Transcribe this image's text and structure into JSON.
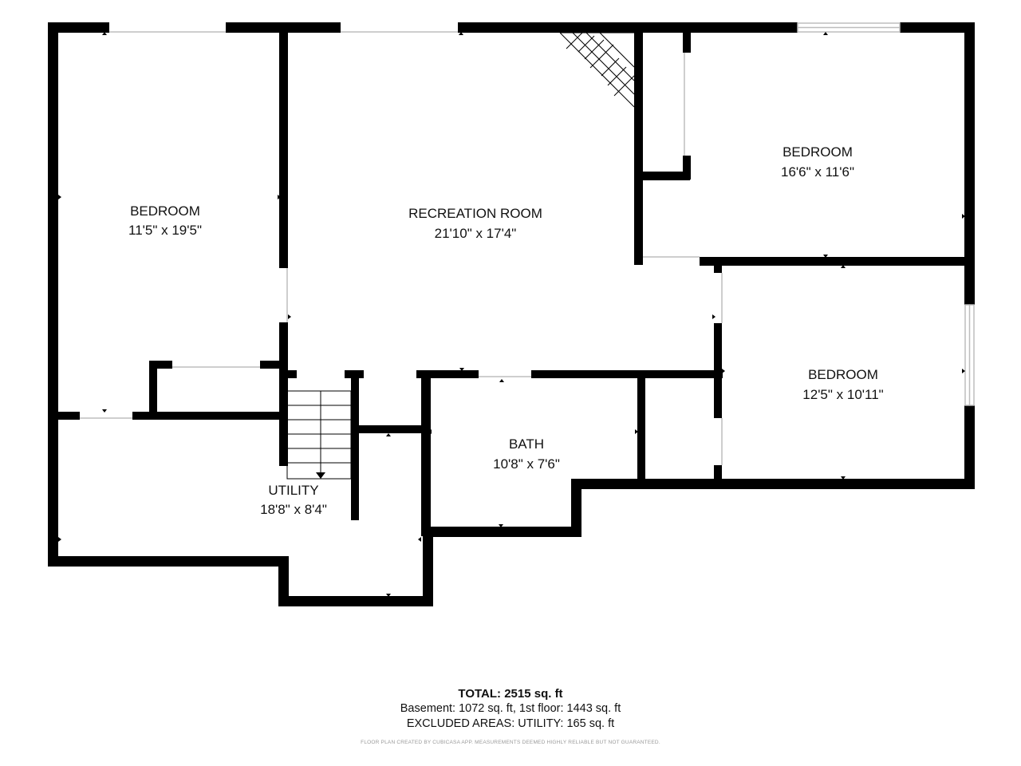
{
  "rooms": [
    {
      "name": "BEDROOM",
      "dims": "11'5\" x 19'5\""
    },
    {
      "name": "RECREATION ROOM",
      "dims": "21'10\" x 17'4\""
    },
    {
      "name": "BEDROOM",
      "dims": "16'6\" x 11'6\""
    },
    {
      "name": "BEDROOM",
      "dims": "12'5\" x 10'11\""
    },
    {
      "name": "BATH",
      "dims": "10'8\" x 7'6\""
    },
    {
      "name": "UTILITY",
      "dims": "18'8\" x 8'4\""
    }
  ],
  "summary": {
    "total": "TOTAL: 2515 sq. ft",
    "areas": "Basement: 1072 sq. ft, 1st floor: 1443 sq. ft",
    "excluded": "EXCLUDED AREAS: UTILITY: 165 sq. ft",
    "disclaimer": "FLOOR PLAN CREATED BY CUBICASA APP. MEASUREMENTS DEEMED HIGHLY RELIABLE BUT NOT GUARANTEED."
  },
  "colors": {
    "wall": "#000000",
    "window": "#d8d8d8",
    "background": "#ffffff"
  }
}
